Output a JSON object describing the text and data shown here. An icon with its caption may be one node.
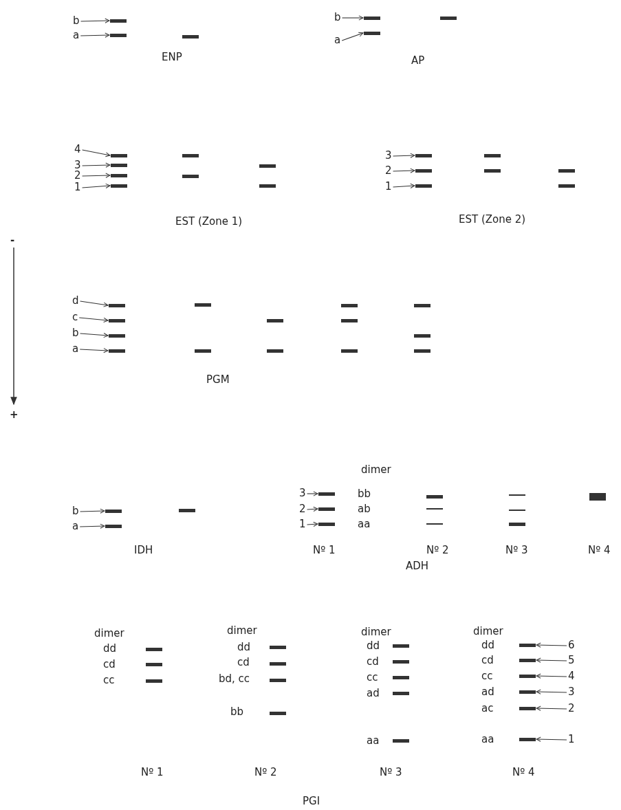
{
  "diagram": {
    "nodes": [
      {
        "text": [
          "b"
        ]
      },
      {
        "text": [],
        "shape": "bar"
      },
      {
        "text": [
          "a"
        ]
      },
      {
        "text": [],
        "shape": "bar"
      },
      {
        "text": [],
        "shape": "bar"
      },
      {
        "text": [
          "b"
        ]
      },
      {
        "text": [],
        "shape": "bar"
      },
      {
        "text": [],
        "shape": "bar"
      },
      {
        "text": [
          "a"
        ]
      },
      {
        "text": [],
        "shape": "bar"
      },
      {
        "text": [
          "4"
        ]
      },
      {
        "text": [],
        "shape": "bar"
      },
      {
        "text": [],
        "shape": "bar"
      },
      {
        "text": [
          "3"
        ]
      },
      {
        "text": [],
        "shape": "bar"
      },
      {
        "text": [],
        "shape": "bar"
      },
      {
        "text": [
          "2"
        ]
      },
      {
        "text": [],
        "shape": "bar"
      },
      {
        "text": [],
        "shape": "bar"
      },
      {
        "text": [
          "1"
        ]
      },
      {
        "text": [],
        "shape": "bar"
      },
      {
        "text": [],
        "shape": "bar"
      },
      {
        "text": [
          "3"
        ]
      },
      {
        "text": [],
        "shape": "bar"
      },
      {
        "text": [],
        "shape": "bar"
      },
      {
        "text": [
          "2"
        ]
      },
      {
        "text": [],
        "shape": "bar"
      },
      {
        "text": [],
        "shape": "bar"
      },
      {
        "text": [],
        "shape": "bar"
      },
      {
        "text": [
          "1"
        ]
      },
      {
        "text": [],
        "shape": "bar"
      },
      {
        "text": [],
        "shape": "bar"
      },
      {
        "text": [
          "d"
        ]
      },
      {
        "text": [],
        "shape": "bar"
      },
      {
        "text": [],
        "shape": "bar"
      },
      {
        "text": [],
        "shape": "bar"
      },
      {
        "text": [],
        "shape": "bar"
      },
      {
        "text": [
          "c"
        ]
      },
      {
        "text": [],
        "shape": "bar"
      },
      {
        "text": [],
        "shape": "bar"
      },
      {
        "text": [],
        "shape": "bar"
      },
      {
        "text": [
          "b"
        ]
      },
      {
        "text": [],
        "shape": "bar"
      },
      {
        "text": [],
        "shape": "bar"
      },
      {
        "text": [
          "a"
        ]
      },
      {
        "text": [],
        "shape": "bar"
      },
      {
        "text": [],
        "shape": "bar"
      },
      {
        "text": [],
        "shape": "bar"
      },
      {
        "text": [],
        "shape": "bar"
      },
      {
        "text": [],
        "shape": "bar"
      },
      {
        "text": [
          "b"
        ]
      },
      {
        "text": [],
        "shape": "bar"
      },
      {
        "text": [],
        "shape": "bar"
      },
      {
        "text": [
          "a"
        ]
      },
      {
        "text": [],
        "shape": "bar"
      },
      {
        "text": [
          "3"
        ]
      },
      {
        "text": [],
        "shape": "bar"
      },
      {
        "text": [],
        "shape": "bar"
      },
      {
        "text": [],
        "shape": "bar"
      },
      {
        "text": [],
        "shape": "bar"
      },
      {
        "text": [
          "2"
        ]
      },
      {
        "text": [],
        "shape": "bar"
      },
      {
        "text": [],
        "shape": "bar"
      },
      {
        "text": [],
        "shape": "bar"
      },
      {
        "text": [
          "1"
        ]
      },
      {
        "text": [],
        "shape": "bar"
      },
      {
        "text": [],
        "shape": "bar"
      },
      {
        "text": [],
        "shape": "bar"
      },
      {
        "text": [],
        "shape": "bar"
      },
      {
        "text": [],
        "shape": "bar"
      },
      {
        "text": [],
        "shape": "bar"
      },
      {
        "text": [],
        "shape": "bar"
      },
      {
        "text": [],
        "shape": "bar"
      },
      {
        "text": [],
        "shape": "bar"
      },
      {
        "text": [],
        "shape": "bar"
      },
      {
        "text": [],
        "shape": "bar"
      },
      {
        "text": [],
        "shape": "bar"
      },
      {
        "text": [],
        "shape": "bar"
      },
      {
        "text": [],
        "shape": "bar"
      },
      {
        "text": [],
        "shape": "bar"
      },
      {
        "text": [],
        "shape": "bar"
      },
      {
        "text": [
          "6"
        ]
      },
      {
        "text": [],
        "shape": "bar"
      },
      {
        "text": [
          "5"
        ]
      },
      {
        "text": [],
        "shape": "bar"
      },
      {
        "text": [
          "4"
        ]
      },
      {
        "text": [],
        "shape": "bar"
      },
      {
        "text": [
          "3"
        ]
      },
      {
        "text": [],
        "shape": "bar"
      },
      {
        "text": [
          "2"
        ]
      },
      {
        "text": [],
        "shape": "bar"
      },
      {
        "text": [
          "1"
        ]
      }
    ],
    "edges": [
      {
        "from": 0,
        "to": 1,
        "arrow": "to"
      },
      {
        "from": 2,
        "to": 3,
        "arrow": "to"
      },
      {
        "from": 5,
        "to": 6,
        "arrow": "to"
      },
      {
        "from": 8,
        "to": 9,
        "arrow": "to"
      },
      {
        "from": 10,
        "to": 11,
        "arrow": "to"
      },
      {
        "from": 13,
        "to": 14,
        "arrow": "to"
      },
      {
        "from": 16,
        "to": 17,
        "arrow": "to"
      },
      {
        "from": 19,
        "to": 20,
        "arrow": "to"
      },
      {
        "from": 22,
        "to": 23,
        "arrow": "to"
      },
      {
        "from": 25,
        "to": 26,
        "arrow": "to"
      },
      {
        "from": 29,
        "to": 30,
        "arrow": "to"
      },
      {
        "from": 32,
        "to": 33,
        "arrow": "to"
      },
      {
        "from": 37,
        "to": 38,
        "arrow": "to"
      },
      {
        "from": 41,
        "to": 42,
        "arrow": "to"
      },
      {
        "from": 44,
        "to": 45,
        "arrow": "to"
      },
      {
        "from": 50,
        "to": 51,
        "arrow": "to"
      },
      {
        "from": 53,
        "to": 54,
        "arrow": "to"
      },
      {
        "from": 55,
        "to": 56,
        "arrow": "to"
      },
      {
        "from": 60,
        "to": 61,
        "arrow": "to"
      },
      {
        "from": 64,
        "to": 65,
        "arrow": "to"
      },
      {
        "from": 81,
        "to": 80,
        "arrow": "to"
      },
      {
        "from": 83,
        "to": 82,
        "arrow": "to"
      },
      {
        "from": 85,
        "to": 84,
        "arrow": "to"
      },
      {
        "from": 87,
        "to": 86,
        "arrow": "to"
      },
      {
        "from": 89,
        "to": 88,
        "arrow": "to"
      },
      {
        "from": 91,
        "to": 90,
        "arrow": "to"
      }
    ],
    "labels": [
      "ENP",
      "AP",
      "EST (Zone 1)",
      "EST (Zone 2)",
      "-",
      "PGM",
      "+",
      "dimer",
      "bb",
      "ab",
      "aa",
      "IDH",
      "Nº 1",
      "Nº 2",
      "Nº 3",
      "Nº 4",
      "ADH",
      "dimer",
      "dd",
      "cd",
      "cc",
      "dimer",
      "dd",
      "cd",
      "bd, cc",
      "bb",
      "dimer",
      "dd",
      "cd",
      "cc",
      "ad",
      "aa",
      "dimer",
      "dd",
      "cd",
      "cc",
      "ad",
      "ac",
      "aa",
      "Nº 1",
      "Nº 2",
      "Nº 3",
      "Nº 4",
      "PGI"
    ]
  }
}
